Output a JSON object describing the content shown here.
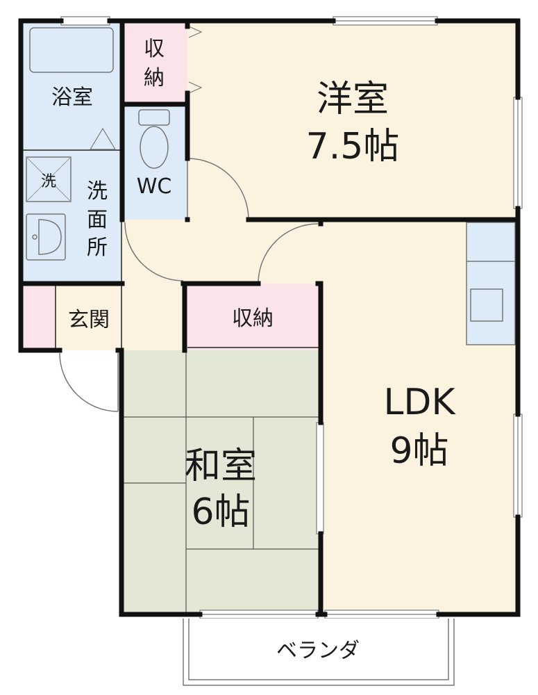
{
  "rooms": {
    "western_room": {
      "name": "洋室",
      "size": "7.5帖"
    },
    "ldk": {
      "name": "LDK",
      "size": "9帖"
    },
    "japanese_room": {
      "name": "和室",
      "size": "6帖"
    },
    "bathroom": {
      "name": "浴室"
    },
    "washroom": {
      "name": "洗面所",
      "name_chars": [
        "洗",
        "面",
        "所"
      ]
    },
    "washer_mark": "洗",
    "toilet": {
      "name": "WC"
    },
    "entrance": {
      "name": "玄関"
    },
    "storage_top": {
      "name": "収納",
      "name_chars": [
        "収",
        "納"
      ]
    },
    "storage_mid": {
      "name": "収納"
    },
    "veranda": {
      "name": "ベランダ"
    }
  },
  "colors": {
    "western_floor": "#fbf3df",
    "ldk_floor": "#fbf3df",
    "hall_floor": "#fbf3df",
    "tatami": "#e2e8d5",
    "wet_area": "#dcebf7",
    "storage": "#fbe3ea",
    "wall": "#111111",
    "line": "#777777"
  }
}
